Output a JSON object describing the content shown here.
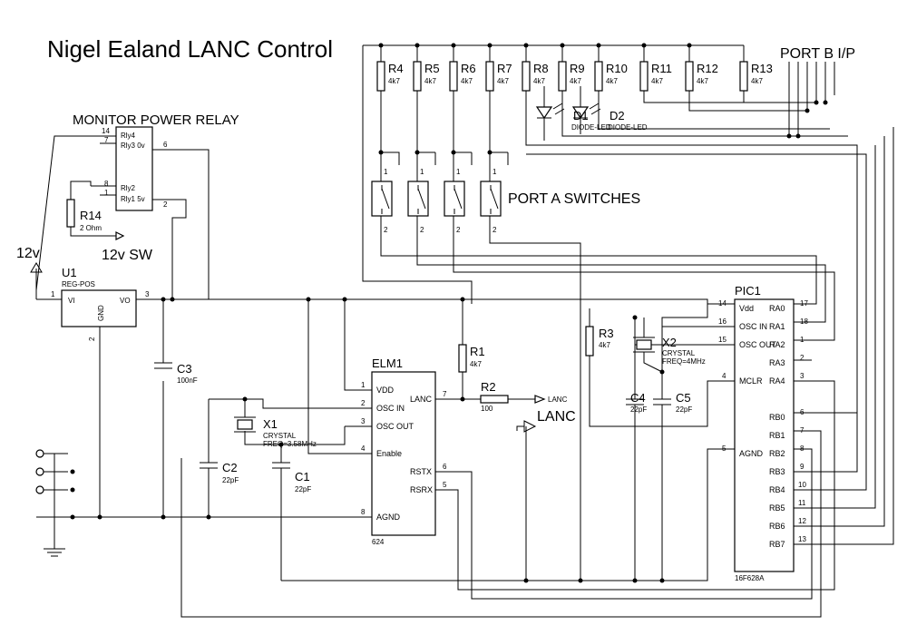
{
  "title": "Nigel Ealand LANC Control",
  "headers": {
    "relay": "MONITOR POWER RELAY",
    "port_b": "PORT B I/P",
    "port_a": "PORT A SWITCHES",
    "v12": "12v",
    "v12sw": "12v SW"
  },
  "resistors": [
    {
      "ref": "R4",
      "val": "4k7"
    },
    {
      "ref": "R5",
      "val": "4k7"
    },
    {
      "ref": "R6",
      "val": "4k7"
    },
    {
      "ref": "R7",
      "val": "4k7"
    },
    {
      "ref": "R8",
      "val": "4k7"
    },
    {
      "ref": "R9",
      "val": "4k7"
    },
    {
      "ref": "R10",
      "val": "4k7"
    },
    {
      "ref": "R11",
      "val": "4k7"
    },
    {
      "ref": "R12",
      "val": "4k7"
    },
    {
      "ref": "R13",
      "val": "4k7"
    }
  ],
  "r14": {
    "ref": "R14",
    "val": "2 Ohm"
  },
  "r1": {
    "ref": "R1",
    "val": "4k7"
  },
  "r2": {
    "ref": "R2",
    "val": "100"
  },
  "r3": {
    "ref": "R3",
    "val": "4k7"
  },
  "diodes": {
    "d1": "D1",
    "d2": "D2",
    "d1_type": "DIODE-LED",
    "d2_type": "DIODE-LED"
  },
  "relay": {
    "pins": [
      "Rly4",
      "Rly3 0v",
      "Rly2",
      "Rly1 5v"
    ],
    "nums": [
      "14",
      "7",
      "8",
      "1",
      "6",
      "2"
    ]
  },
  "u1": {
    "ref": "U1",
    "type": "REG-POS",
    "vi": "VI",
    "vo": "VO",
    "gnd": "GND",
    "p1": "1",
    "p2": "2",
    "p3": "3"
  },
  "elm": {
    "ref": "ELM1",
    "part": "624",
    "left": [
      {
        "n": "1",
        "l": "VDD"
      },
      {
        "n": "2",
        "l": "OSC IN"
      },
      {
        "n": "3",
        "l": "OSC OUT"
      },
      {
        "n": "4",
        "l": "Enable"
      },
      {
        "n": "8",
        "l": "AGND"
      }
    ],
    "right": [
      {
        "n": "7",
        "l": "LANC"
      },
      {
        "n": "6",
        "l": "RSTX"
      },
      {
        "n": "5",
        "l": "RSRX"
      }
    ]
  },
  "pic": {
    "ref": "PIC1",
    "part": "16F628A",
    "left": [
      {
        "n": "14",
        "l": "Vdd"
      },
      {
        "n": "16",
        "l": "OSC IN"
      },
      {
        "n": "15",
        "l": "OSC OUT"
      },
      {
        "n": "4",
        "l": "MCLR"
      },
      {
        "n": "5",
        "l": "AGND"
      }
    ],
    "right": [
      {
        "n": "17",
        "l": "RA0"
      },
      {
        "n": "18",
        "l": "RA1"
      },
      {
        "n": "1",
        "l": "RA2"
      },
      {
        "n": "2",
        "l": "RA3"
      },
      {
        "n": "3",
        "l": "RA4"
      },
      {
        "n": "6",
        "l": "RB0"
      },
      {
        "n": "7",
        "l": "RB1"
      },
      {
        "n": "8",
        "l": "RB2"
      },
      {
        "n": "9",
        "l": "RB3"
      },
      {
        "n": "10",
        "l": "RB4"
      },
      {
        "n": "11",
        "l": "RB5"
      },
      {
        "n": "12",
        "l": "RB6"
      },
      {
        "n": "13",
        "l": "RB7"
      }
    ]
  },
  "caps": {
    "c1": {
      "ref": "C1",
      "val": "22pF"
    },
    "c2": {
      "ref": "C2",
      "val": "22pF"
    },
    "c3": {
      "ref": "C3",
      "val": "100nF"
    },
    "c4": {
      "ref": "C4",
      "val": "22pF"
    },
    "c5": {
      "ref": "C5",
      "val": "22pF"
    }
  },
  "x1": {
    "ref": "X1",
    "type": "CRYSTAL",
    "freq": "FREQ=3.58MHz"
  },
  "x2": {
    "ref": "X2",
    "type": "CRYSTAL",
    "freq": "FREQ=4MHz"
  },
  "lanc": {
    "arrow_label": "LANC",
    "term_label": "LANC"
  },
  "switch_pins": {
    "top": "1",
    "bot": "2"
  }
}
